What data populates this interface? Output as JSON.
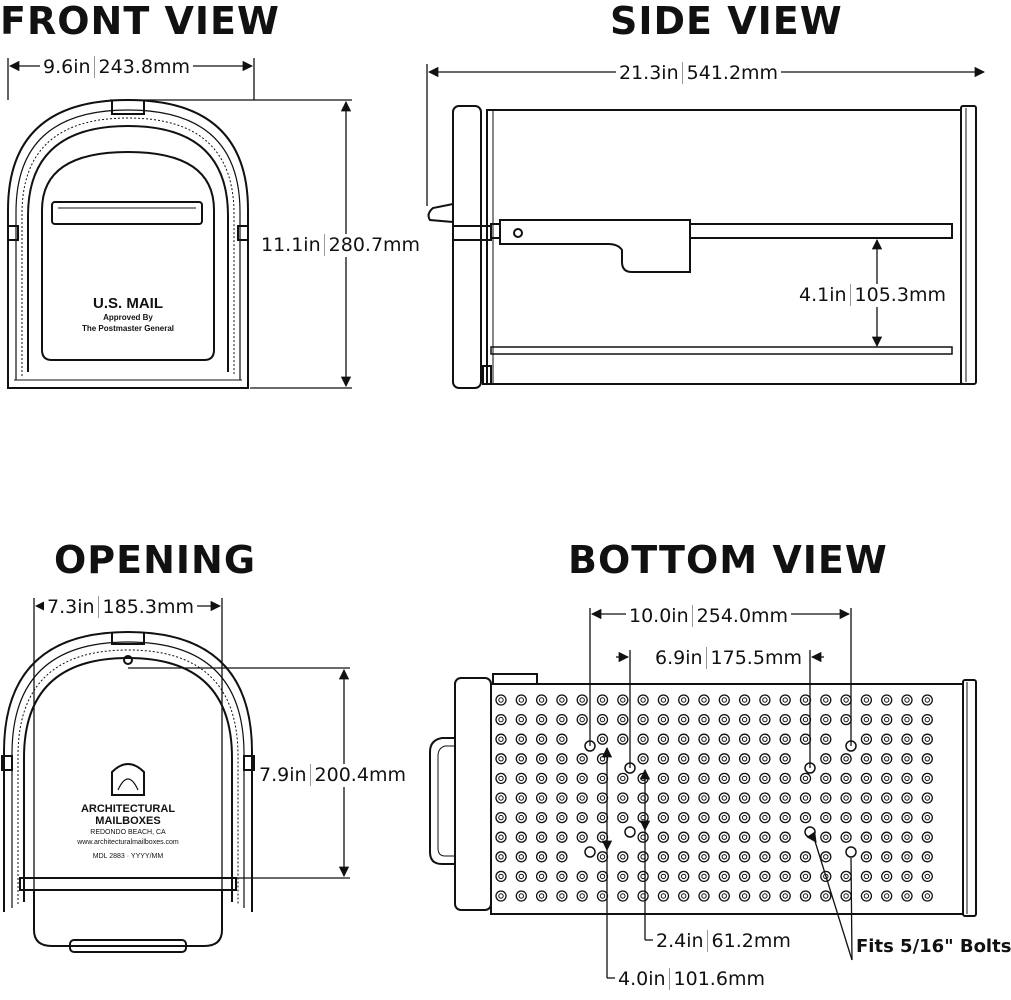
{
  "views": {
    "front": {
      "title": "FRONT VIEW",
      "width_in": "9.6in",
      "width_mm": "243.8mm",
      "height_in": "11.1in",
      "height_mm": "280.7mm",
      "door_text_1": "U.S. MAIL",
      "door_text_2": "Approved By",
      "door_text_3": "The Postmaster General"
    },
    "side": {
      "title": "SIDE VIEW",
      "length_in": "21.3in",
      "length_mm": "541.2mm",
      "flag_in": "4.1in",
      "flag_mm": "105.3mm"
    },
    "opening": {
      "title": "OPENING",
      "width_in": "7.3in",
      "width_mm": "185.3mm",
      "height_in": "7.9in",
      "height_mm": "200.4mm"
    },
    "bottom": {
      "title": "BOTTOM VIEW",
      "outer_in": "10.0in",
      "outer_mm": "254.0mm",
      "inner_in": "6.9in",
      "inner_mm": "175.5mm",
      "small_in": "2.4in",
      "small_mm": "61.2mm",
      "large_in": "4.0in",
      "large_mm": "101.6mm",
      "bolts_note": "Fits 5/16\" Bolts"
    }
  }
}
